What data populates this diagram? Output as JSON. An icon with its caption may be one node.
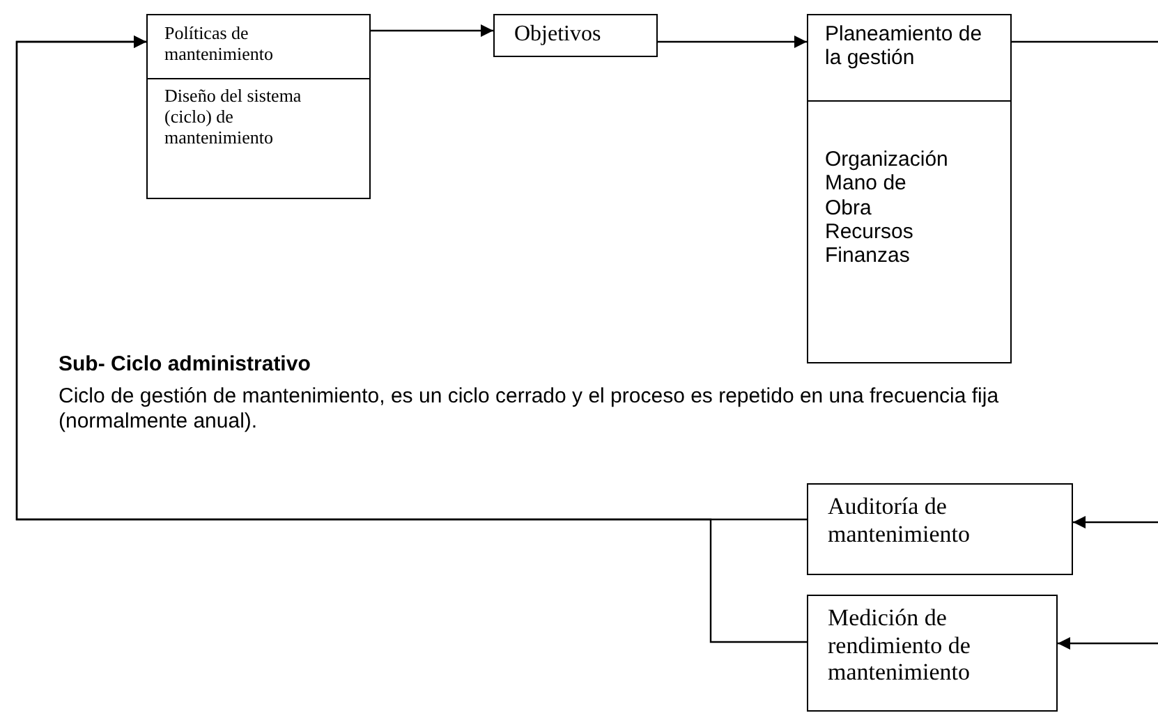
{
  "diagram": {
    "nodes": [
      {
        "text": [
          "Políticas de mantenimiento",
          "Diseño del sistema (ciclo) de mantenimiento"
        ]
      },
      {
        "text": [
          "Objetivos"
        ]
      },
      {
        "text": [
          "Planeamiento de la gestión",
          "Organización Mano de Obra Recursos Finanzas"
        ]
      },
      {
        "text": [
          "Auditoría de mantenimiento"
        ]
      },
      {
        "text": [
          "Medición de rendimiento de mantenimiento"
        ]
      }
    ],
    "edges": [
      {
        "from": 0,
        "to": 1,
        "arrow": "to"
      },
      {
        "from": 1,
        "to": 2,
        "arrow": "to"
      },
      {
        "from": 2,
        "to": null,
        "arrow": "none"
      },
      {
        "from": null,
        "to": 3,
        "arrow": "to"
      },
      {
        "from": null,
        "to": 4,
        "arrow": "to"
      },
      {
        "from": 3,
        "to": 0,
        "arrow": "to"
      },
      {
        "from": 4,
        "to": 0,
        "arrow": "to"
      }
    ],
    "labels": [
      "Sub- Ciclo administrativo",
      "Ciclo de gestión de mantenimiento, es un ciclo cerrado y el proceso es repetido en una frecuencia fija (normalmente anual)."
    ]
  }
}
